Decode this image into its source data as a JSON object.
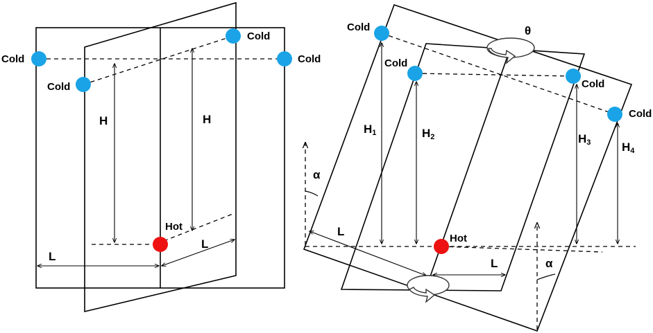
{
  "labels": {
    "cold": "Cold",
    "hot": "Hot",
    "length": "L",
    "height": "H",
    "h1": "H",
    "h1_sub": "1",
    "h2": "H",
    "h2_sub": "2",
    "h3": "H",
    "h3_sub": "3",
    "h4": "H",
    "h4_sub": "4",
    "theta": "θ",
    "alpha": "α"
  },
  "colors": {
    "cold_node": "#1aa3e6",
    "hot_node": "#ee1111",
    "line": "#000000"
  }
}
